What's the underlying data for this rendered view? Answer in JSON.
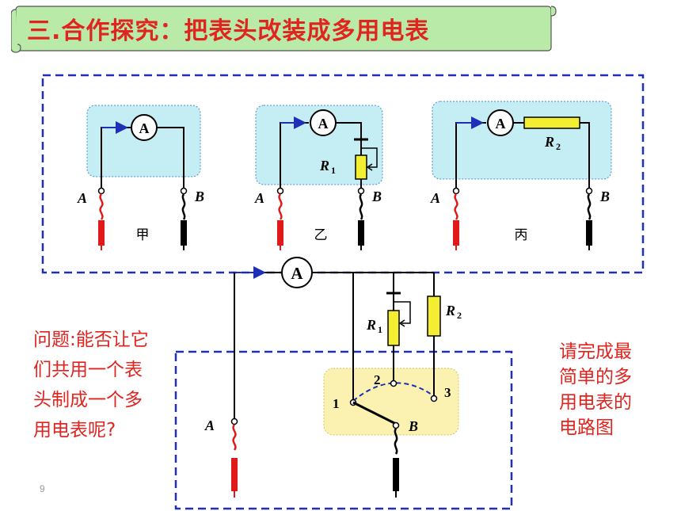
{
  "title": "三.合作探究：把表头改装成多用电表",
  "circuits": [
    {
      "caption": "甲",
      "lead_a": "A",
      "lead_b": "B",
      "meter": "A"
    },
    {
      "caption": "乙",
      "lead_a": "A",
      "lead_b": "B",
      "meter": "A",
      "resistor_base": "R",
      "resistor_sub": "1"
    },
    {
      "caption": "丙",
      "lead_a": "A",
      "lead_b": "B",
      "meter": "A",
      "resistor_base": "R",
      "resistor_sub": "2"
    }
  ],
  "combined": {
    "meter": "A",
    "r1_base": "R",
    "r1_sub": "1",
    "r2_base": "R",
    "r2_sub": "2",
    "lead_a": "A",
    "lead_b": "B",
    "switch_positions": [
      "1",
      "2",
      "3"
    ]
  },
  "question": "问题:能否让它们共用一个表头制成一个多用电表呢?",
  "task": "请完成最简单的多用电表的电路图",
  "page_number": "9",
  "colors": {
    "title": "#e0241f",
    "banner": "#b9eaa7",
    "frame": "#1f2fb8",
    "panel": "#c4eef4",
    "switch_panel": "#fbf1b0",
    "probe_red": "#e01a1a",
    "resistor": "#f4ee33"
  }
}
